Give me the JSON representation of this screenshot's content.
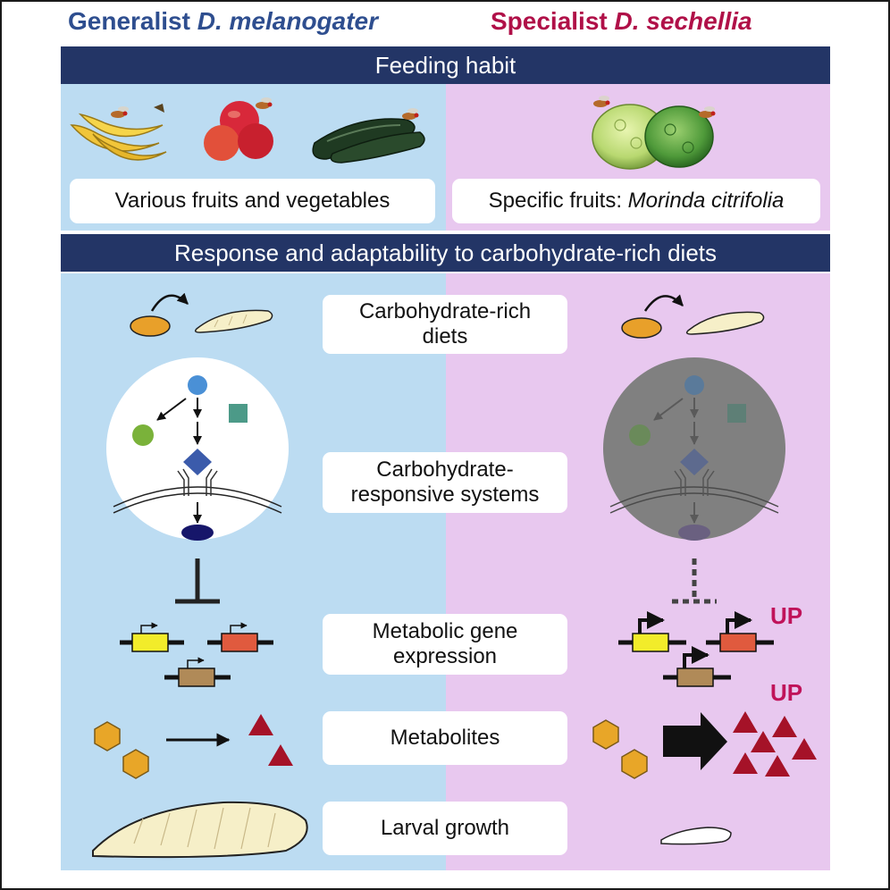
{
  "header": {
    "left_prefix": "Generalist ",
    "left_species": "D. melanogater",
    "right_prefix": "Specialist ",
    "right_species": "D. sechellia"
  },
  "bands": {
    "feeding": "Feeding habit",
    "response": "Response and adaptability to carbohydrate-rich diets"
  },
  "feeding": {
    "left_text": "Various fruits and vegetables",
    "right_prefix": "Specific fruits: ",
    "right_species": "Morinda citrifolia"
  },
  "rows": {
    "diet_line1": "Carbohydrate-rich",
    "diet_line2": "diets",
    "systems_line1": "Carbohydrate-",
    "systems_line2": "responsive systems",
    "gene_line1": "Metabolic gene",
    "gene_line2": "expression",
    "metabolites": "Metabolites",
    "growth": "Larval growth"
  },
  "labels": {
    "up_genes": "UP",
    "up_metabolites": "UP"
  },
  "colors": {
    "navy_band": "#233566",
    "generalist_panel": "#bcdcf2",
    "specialist_panel": "#e8c8ef",
    "generalist_title": "#2e4e8f",
    "specialist_title": "#b01048",
    "up_label": "#c0135a",
    "egg": "#e8a02a",
    "larva": "#f6efc8",
    "hexagon": "#e8a628",
    "triangle": "#a51228"
  }
}
